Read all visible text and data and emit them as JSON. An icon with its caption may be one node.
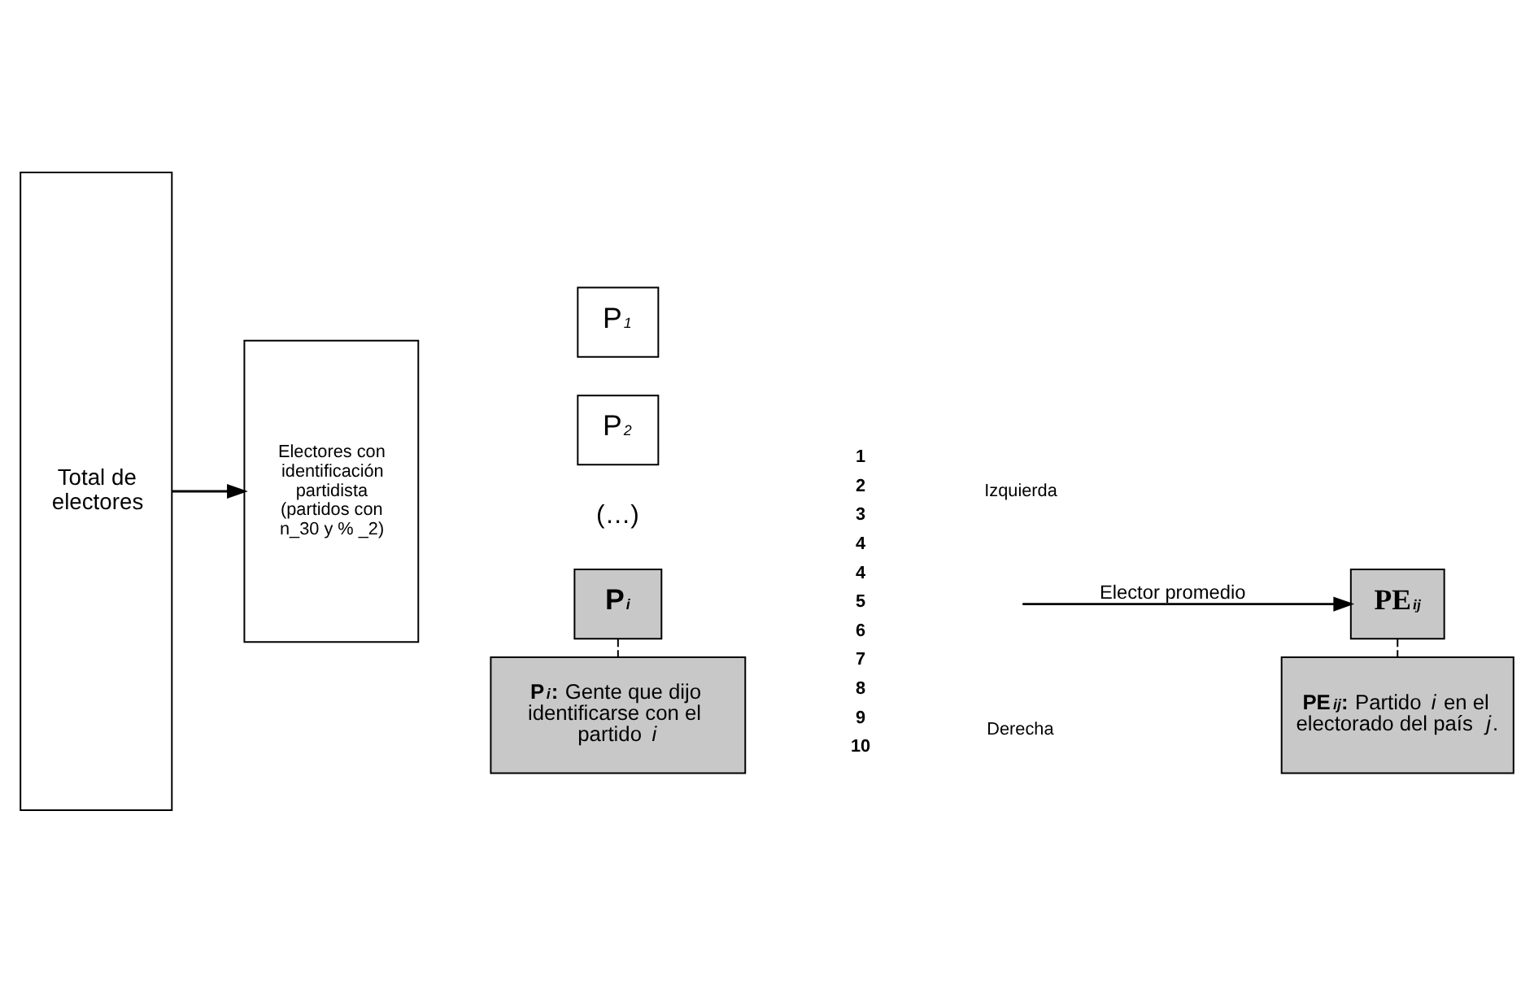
{
  "diagram": {
    "nodes": [
      {
        "text": [
          "Total de electores"
        ]
      },
      {
        "text": [
          "Electores con identificación partidista (partidos con n_30 y % _2)"
        ]
      },
      {
        "text": [
          "P$_{1}$"
        ]
      },
      {
        "text": [
          "P$_{2}$"
        ]
      },
      {
        "text": [
          "P$_{i}$"
        ]
      },
      {
        "text": [
          "PE$_{ij}$"
        ]
      },
      {
        "text": [
          "**P$_{i}$:** Gente que dijo identificarse con el partido *i*"
        ]
      },
      {
        "text": [
          "**PE$_{ij}$:** Partido *i* en el electorado del país *j*."
        ]
      }
    ],
    "edges": [
      {
        "from": 0,
        "to": 1,
        "arrow": "to"
      },
      {
        "from": null,
        "to": 5,
        "arrow": "to",
        "label": "Elector promedio"
      },
      {
        "from": 4,
        "to": 6,
        "arrow": "none",
        "style": "dashed"
      },
      {
        "from": 5,
        "to": 7,
        "arrow": "none",
        "style": "dashed"
      }
    ],
    "labels": [
      "(…)",
      "1",
      "Izquierda",
      "2",
      "3",
      "4",
      "4",
      "5",
      "6",
      "7",
      "8",
      "9",
      "10",
      "Derecha"
    ]
  }
}
